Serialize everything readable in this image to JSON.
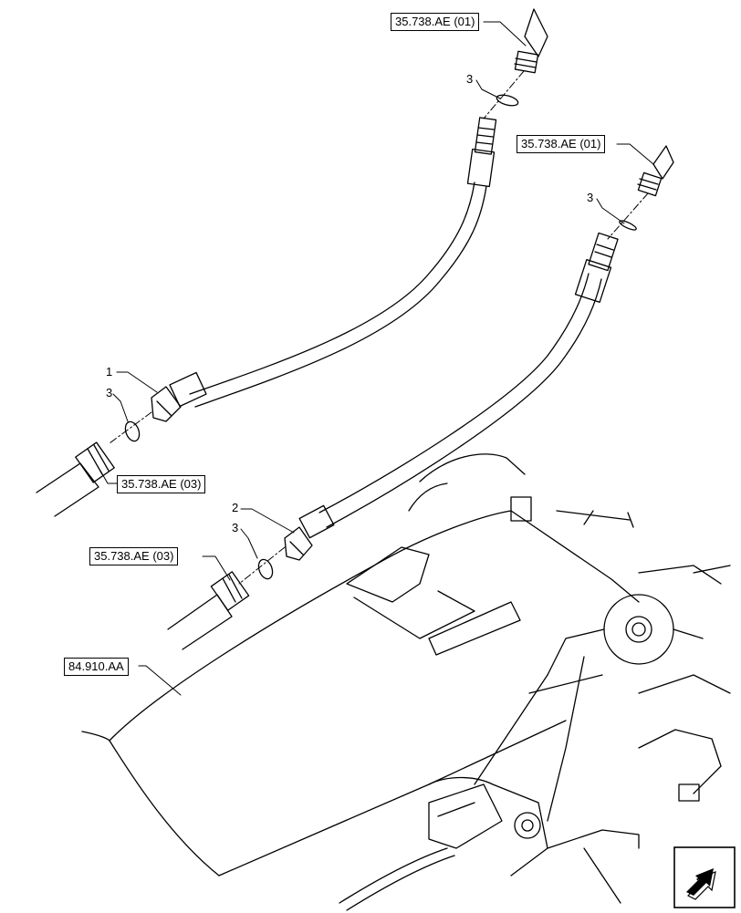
{
  "references": {
    "ref_top_left": "35.738.AE (01)",
    "ref_top_right": "35.738.AE (01)",
    "ref_mid_left": "35.738.AE (03)",
    "ref_lower_left": "35.738.AE (03)",
    "ref_boom": "84.910.AA"
  },
  "callouts": {
    "item_1": "1",
    "item_2": "2",
    "item_3_a": "3",
    "item_3_b": "3",
    "item_3_c": "3",
    "item_3_d": "3"
  },
  "icons": {
    "navigation": "next-page-arrow-icon"
  }
}
